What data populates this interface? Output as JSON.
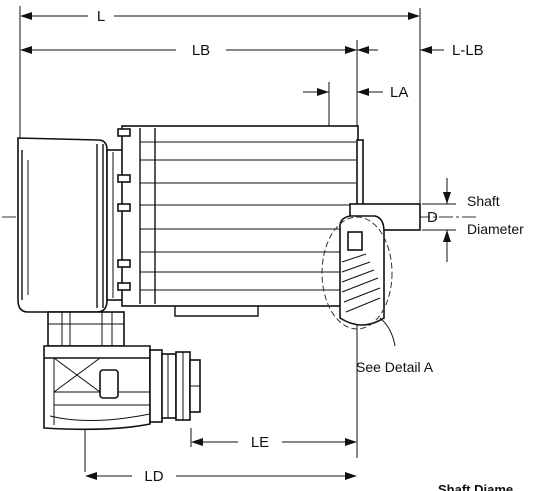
{
  "dimensions": {
    "L": "L",
    "LB": "LB",
    "L_LB": "L-LB",
    "LA": "LA",
    "D": "D",
    "LE": "LE",
    "LD": "LD"
  },
  "shaft": {
    "line1": "Shaft",
    "line2": "Diameter"
  },
  "detail_callout": "See Detail A",
  "cut_text": "Shaft Diame"
}
